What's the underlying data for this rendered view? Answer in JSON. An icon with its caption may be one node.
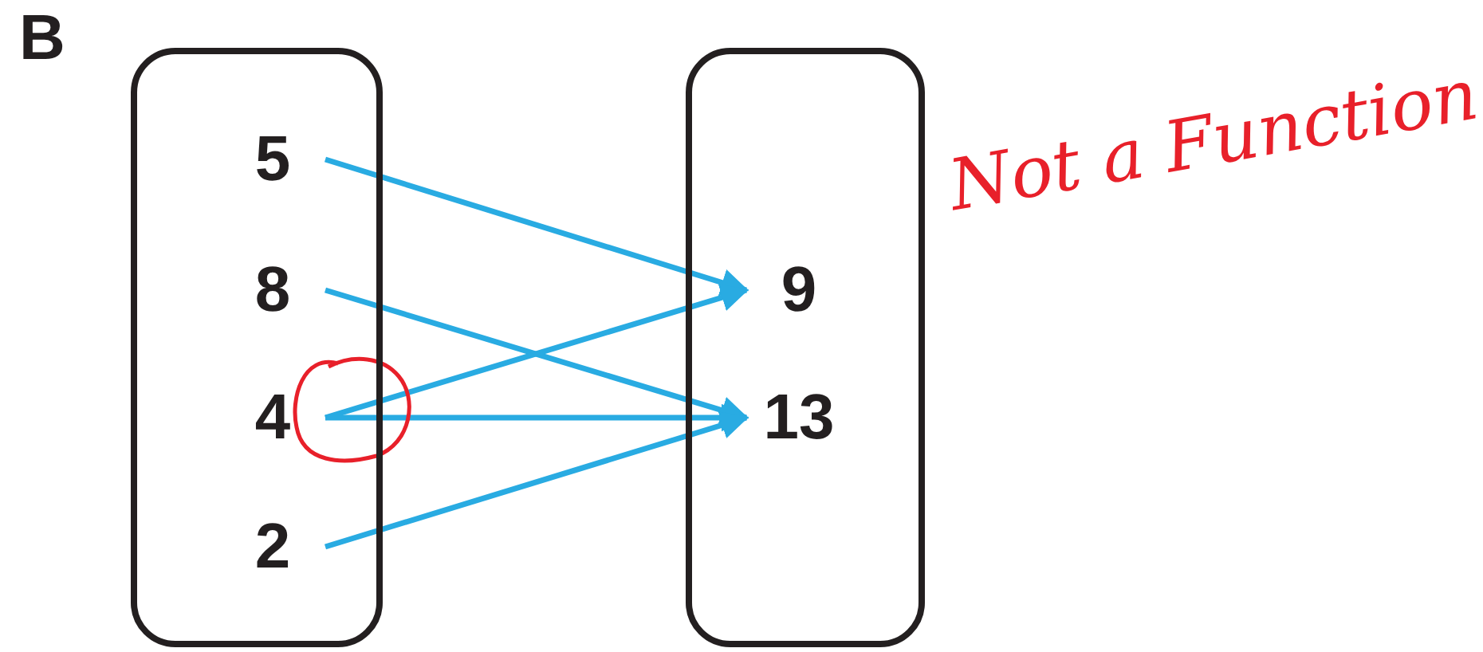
{
  "diagram": {
    "nodes": [
      {
        "text": [],
        "shape": "box"
      },
      {
        "text": [
          "5"
        ],
        "in": 0
      },
      {
        "text": [
          "8"
        ],
        "in": 0
      },
      {
        "text": [
          "4"
        ],
        "in": 0
      },
      {
        "text": [
          "2"
        ],
        "in": 0
      },
      {
        "text": [],
        "shape": "box"
      },
      {
        "text": [
          "9"
        ],
        "in": 5
      },
      {
        "text": [
          "13"
        ],
        "in": 5
      }
    ],
    "edges": [
      {
        "from": 1,
        "to": 6,
        "arrow": "to"
      },
      {
        "from": 2,
        "to": 7,
        "arrow": "to"
      },
      {
        "from": 3,
        "to": 6,
        "arrow": "to"
      },
      {
        "from": 3,
        "to": 7,
        "arrow": "to"
      },
      {
        "from": 4,
        "to": 7,
        "arrow": "to"
      }
    ],
    "labels": [
      "B",
      "Not a Function"
    ]
  }
}
